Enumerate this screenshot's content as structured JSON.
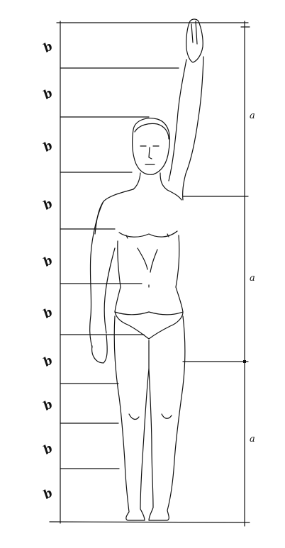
{
  "figure": {
    "left_scale_label": "b",
    "left_scale_count": 10,
    "right_scale_label": "a",
    "right_scale_count": 3,
    "colors": {
      "ink": "#111111",
      "paper": "#ffffff"
    }
  },
  "labels": {
    "b1": "b",
    "b2": "b",
    "b3": "b",
    "b4": "b",
    "b5": "b",
    "b6": "b",
    "b7": "b",
    "b8": "b",
    "b9": "b",
    "b10": "b",
    "a1": "a",
    "a2": "a",
    "a3": "a"
  }
}
